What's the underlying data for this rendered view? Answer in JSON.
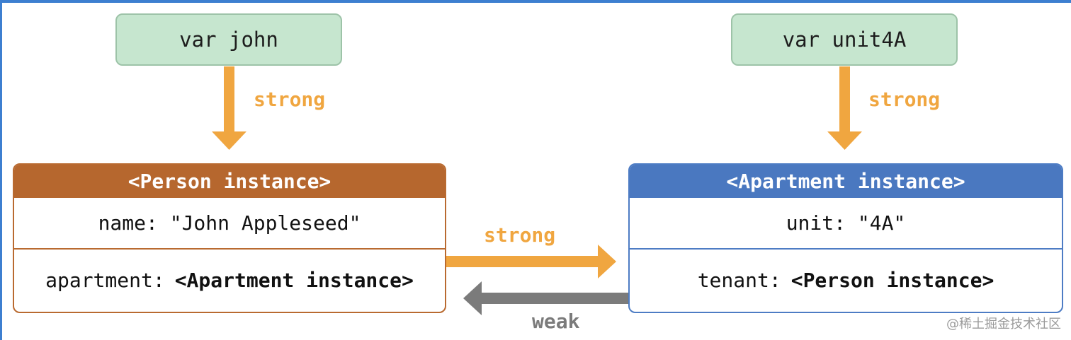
{
  "vars": {
    "john": "var john",
    "unit4A": "var unit4A"
  },
  "person": {
    "header": "<Person instance>",
    "name_label": "name: \"John Appleseed\"",
    "apartment_key": "apartment:",
    "apartment_value": "<Apartment instance>"
  },
  "apartment": {
    "header": "<Apartment instance>",
    "unit_label": "unit: \"4A\"",
    "tenant_key": "tenant:",
    "tenant_value": "<Person instance>"
  },
  "labels": {
    "strong_john": "strong",
    "strong_unit": "strong",
    "strong_link": "strong",
    "weak_link": "weak"
  },
  "watermark": "@稀土掘金技术社区",
  "colors": {
    "strong": "#f0a640",
    "weak": "#7b7b7b",
    "var_fill": "#c6e6cf",
    "person_header": "#b6672e",
    "apartment_header": "#4a78c0"
  }
}
